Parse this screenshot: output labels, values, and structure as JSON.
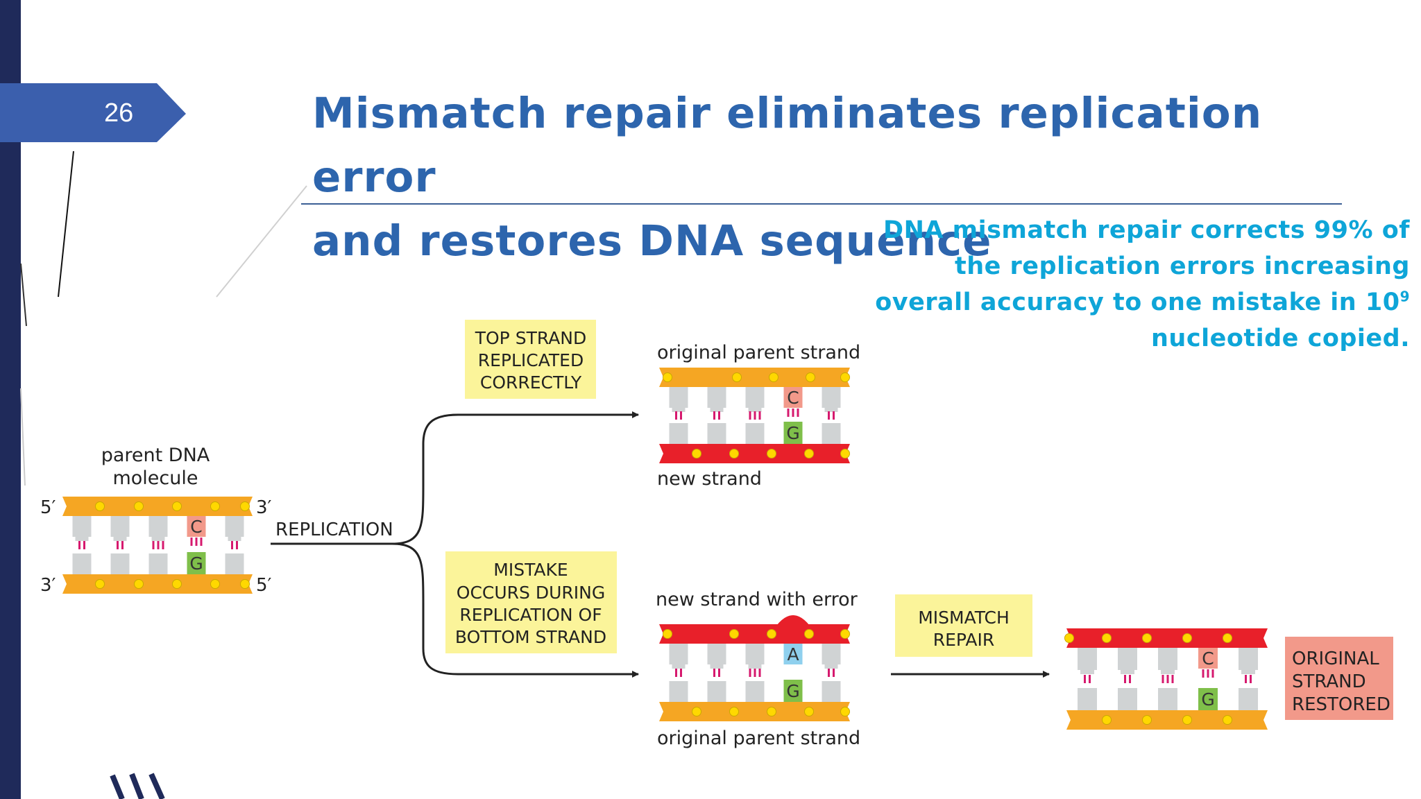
{
  "slide": {
    "number": "26",
    "title_line1": "Mismatch repair eliminates replication error",
    "title_line2": "and restores DNA sequence",
    "callout": {
      "text": "DNA mismatch repair corrects 99% of the replication errors increasing overall accuracy to one mistake in 10",
      "superscript": "9",
      "text_after": " nucleotide copied."
    }
  },
  "diagram": {
    "parent": {
      "label_line1": "parent DNA",
      "label_line2": "molecule",
      "end_top_left": "5′",
      "end_top_right": "3′",
      "end_bottom_left": "3′",
      "end_bottom_right": "5′",
      "base_top": "C",
      "base_bottom": "G"
    },
    "replication_label": "REPLICATION",
    "top_path": {
      "box_lines": [
        "TOP STRAND",
        "REPLICATED",
        "CORRECTLY"
      ],
      "label_above": "original parent strand",
      "label_below": "new strand",
      "base_top": "C",
      "base_bottom": "G"
    },
    "bottom_path": {
      "box_lines": [
        "MISTAKE",
        "OCCURS DURING",
        "REPLICATION OF",
        "BOTTOM STRAND"
      ],
      "label_above": "new strand with error",
      "label_below": "original parent strand",
      "base_top": "A",
      "base_bottom": "G"
    },
    "repair": {
      "box_lines": [
        "MISMATCH",
        "REPAIR"
      ],
      "base_top": "C",
      "base_bottom": "G",
      "result_lines": [
        "ORIGINAL",
        "STRAND",
        "RESTORED"
      ]
    }
  },
  "colors": {
    "title": "#2d65ad",
    "callout": "#0ea5d8",
    "orange_strand": "#f5a623",
    "red_strand": "#e8202a",
    "note_box": "#fbf49a",
    "result_box": "#f2998a",
    "base_c": "#f2998a",
    "base_g": "#7fbf4a",
    "base_a": "#8fd0ee"
  }
}
